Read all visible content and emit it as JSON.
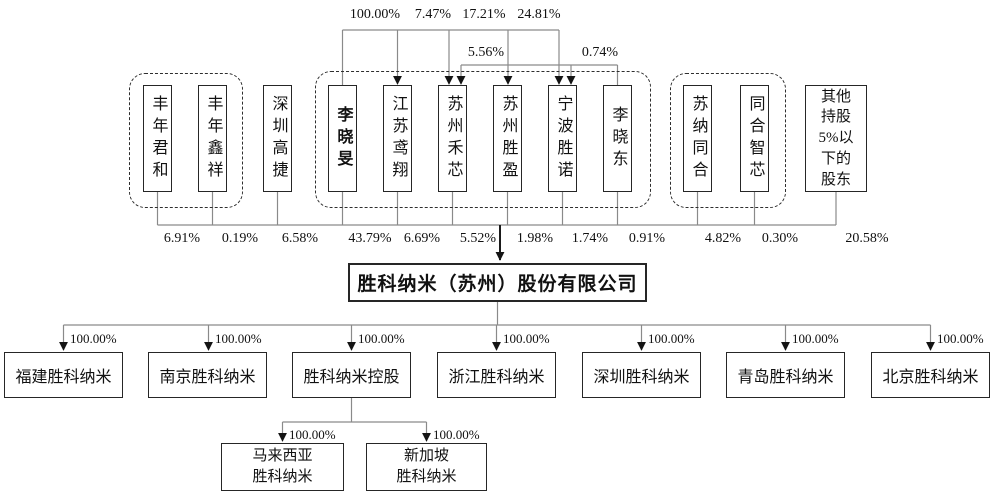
{
  "top_ownership": {
    "from_li_xiaomin": [
      {
        "to": "江苏鸢翔",
        "pct": "100.00%"
      },
      {
        "to": "苏州禾芯",
        "pct": "7.47%"
      },
      {
        "to": "苏州胜盈",
        "pct": "17.21%"
      },
      {
        "to": "宁波胜诺",
        "pct": "24.81%"
      }
    ],
    "from_li_xiaodong": [
      {
        "to": "苏州禾芯",
        "pct": "5.56%"
      },
      {
        "to": "宁波胜诺",
        "pct": "0.74%"
      }
    ]
  },
  "shareholders": [
    {
      "name": "丰年君和",
      "pct": "6.91%"
    },
    {
      "name": "丰年鑫祥",
      "pct": "0.19%"
    },
    {
      "name": "深圳高捷",
      "pct": "6.58%"
    },
    {
      "name": "李晓旻",
      "pct": "43.79%"
    },
    {
      "name": "江苏鸢翔",
      "pct": "6.69%"
    },
    {
      "name": "苏州禾芯",
      "pct": "5.52%"
    },
    {
      "name": "苏州胜盈",
      "pct": "1.98%"
    },
    {
      "name": "宁波胜诺",
      "pct": "1.74%"
    },
    {
      "name": "李晓东",
      "pct": "0.91%"
    },
    {
      "name": "苏纳同合",
      "pct": "4.82%"
    },
    {
      "name": "同合智芯",
      "pct": "0.30%"
    },
    {
      "name": "其他\n持股\n5%以\n下的\n股东",
      "pct": "20.58%"
    }
  ],
  "company": {
    "name": "胜科纳米（苏州）股份有限公司"
  },
  "subsidiaries": [
    {
      "name": "福建胜科纳米",
      "pct": "100.00%"
    },
    {
      "name": "南京胜科纳米",
      "pct": "100.00%"
    },
    {
      "name": "胜科纳米控股",
      "pct": "100.00%"
    },
    {
      "name": "浙江胜科纳米",
      "pct": "100.00%"
    },
    {
      "name": "深圳胜科纳米",
      "pct": "100.00%"
    },
    {
      "name": "青岛胜科纳米",
      "pct": "100.00%"
    },
    {
      "name": "北京胜科纳米",
      "pct": "100.00%"
    }
  ],
  "sub_subsidiaries": [
    {
      "name": "马来西亚\n胜科纳米",
      "pct": "100.00%"
    },
    {
      "name": "新加坡\n胜科纳米",
      "pct": "100.00%"
    }
  ]
}
